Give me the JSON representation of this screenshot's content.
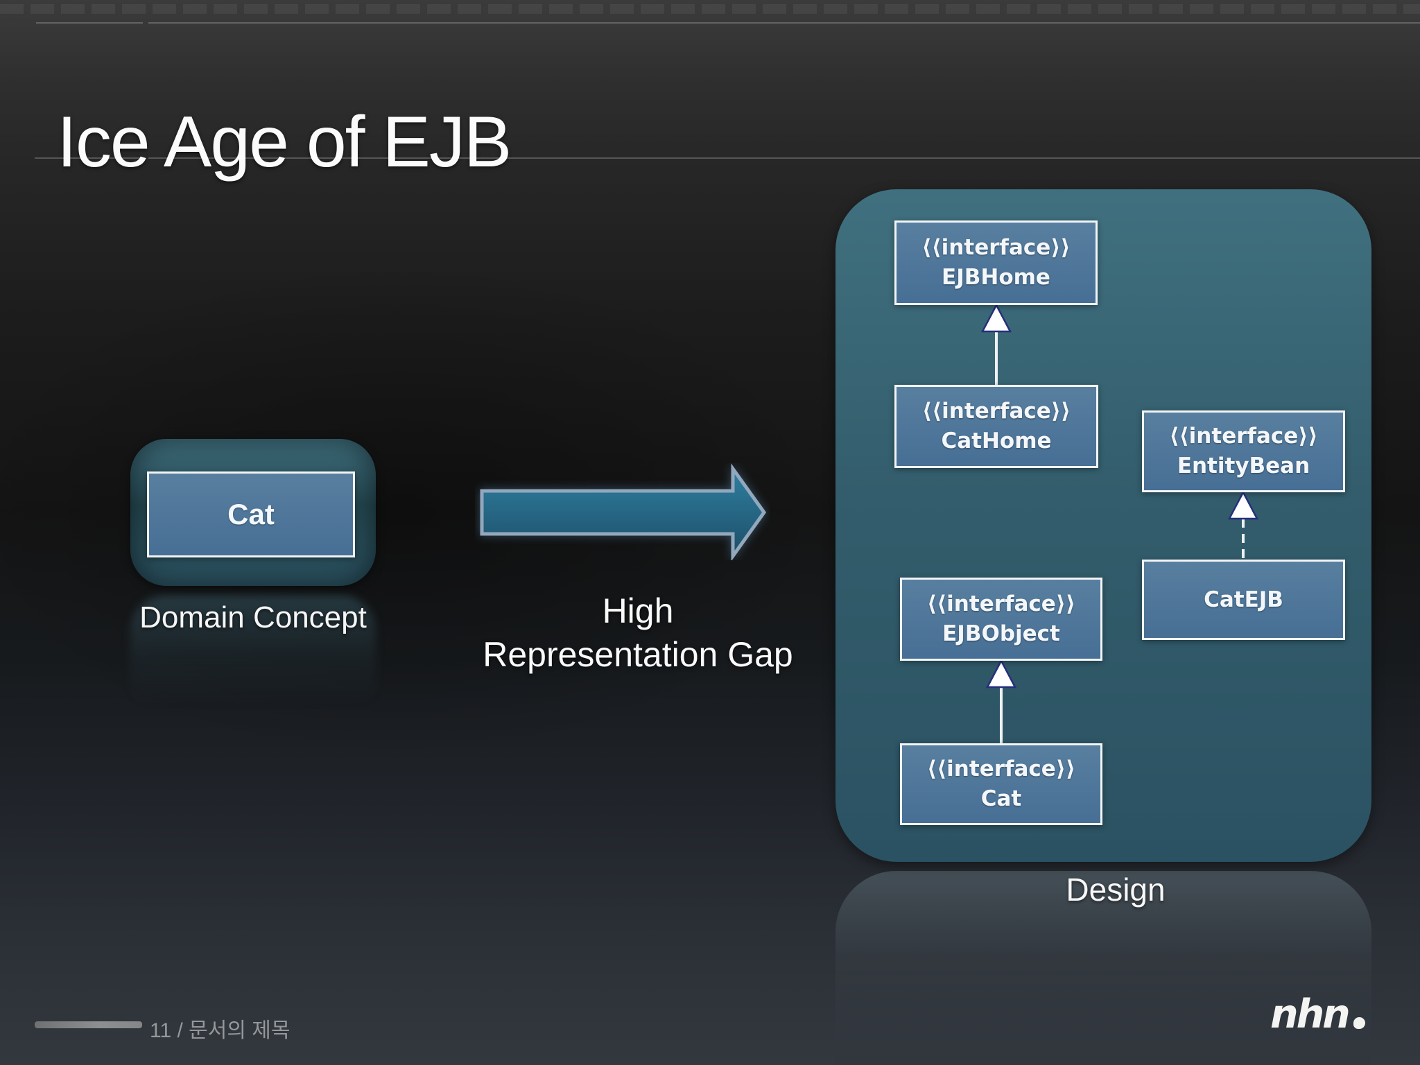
{
  "slide_title": "Ice Age of EJB",
  "domain_concept": {
    "box_label": "Cat",
    "caption": "Domain Concept"
  },
  "gap_label": {
    "line1": "High",
    "line2": "Representation Gap"
  },
  "design": {
    "caption": "Design",
    "nodes": {
      "ejbhome": {
        "stereotype": "⟨⟨interface⟩⟩",
        "name": "EJBHome"
      },
      "cathome": {
        "stereotype": "⟨⟨interface⟩⟩",
        "name": "CatHome"
      },
      "entitybean": {
        "stereotype": "⟨⟨interface⟩⟩",
        "name": "EntityBean"
      },
      "catejb": {
        "name": "CatEJB"
      },
      "ejbobject": {
        "stereotype": "⟨⟨interface⟩⟩",
        "name": "EJBObject"
      },
      "cat": {
        "stereotype": "⟨⟨interface⟩⟩",
        "name": "Cat"
      }
    },
    "relations": [
      {
        "from": "CatHome",
        "to": "EJBHome",
        "type": "generalization",
        "line": "solid"
      },
      {
        "from": "Cat",
        "to": "EJBObject",
        "type": "generalization",
        "line": "solid"
      },
      {
        "from": "CatEJB",
        "to": "EntityBean",
        "type": "realization",
        "line": "dashed"
      }
    ]
  },
  "footer": {
    "page_info": "11 / 문서의 제목",
    "logo_text": "nhn"
  },
  "colors": {
    "slide_bg_top": "#3b3b3b",
    "slide_bg_mid": "#141414",
    "slide_bg_bottom": "#33383f",
    "container_teal_top": "#40707f",
    "container_teal_bottom": "#2b5262",
    "node_fill_top": "#587f9f",
    "node_fill_bottom": "#476f95",
    "node_border": "#f2f5f7",
    "arrow_fill_top": "#2f7fa0",
    "arrow_fill_bottom": "#1d4e68",
    "arrow_border": "#93a8bd",
    "triangle_fill": "#ffffff",
    "triangle_stroke": "#252f7a",
    "text_primary": "#fbfbfb",
    "footer_text": "#95979a"
  }
}
